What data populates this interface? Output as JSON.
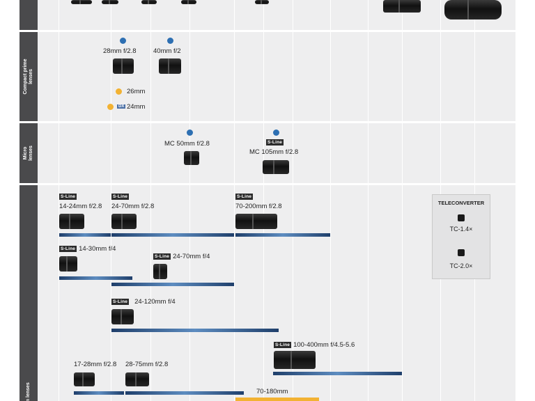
{
  "categories": {
    "compact": "Compact prime lenses",
    "micro": "Micro lenses",
    "zoom": "Zoom lenses"
  },
  "compact": {
    "l28": "28mm f/2.8",
    "l40": "40mm f/2",
    "l26": "26mm",
    "l24": "24mm",
    "dx_mark": "DX"
  },
  "micro": {
    "mc50": "MC 50mm f/2.8",
    "mc105": "MC 105mm f/2.8"
  },
  "zoom": {
    "l14_24": "14-24mm f/2.8",
    "l24_70_28": "24-70mm f/2.8",
    "l70_200": "70-200mm f/2.8",
    "l14_30": "14-30mm f/4",
    "l24_70_4": "24-70mm f/4",
    "l24_120": "24-120mm f/4",
    "l100_400": "100-400mm f/4.5-5.6",
    "l17_28": "17-28mm f/2.8",
    "l28_75": "28-75mm f/2.8",
    "l70_180": "70-180mm"
  },
  "sline": "S-Line",
  "teleconverter": {
    "title": "TELECONVERTER",
    "tc14": "TC-1.4×",
    "tc20": "TC-2.0×"
  },
  "colors": {
    "sidebar": "#4a4a4c",
    "row_bg": "#eeeeef",
    "bar_blue": "#1f3f6b",
    "bar_gold": "#f2b233",
    "dot_blue": "#2d6fb2"
  }
}
